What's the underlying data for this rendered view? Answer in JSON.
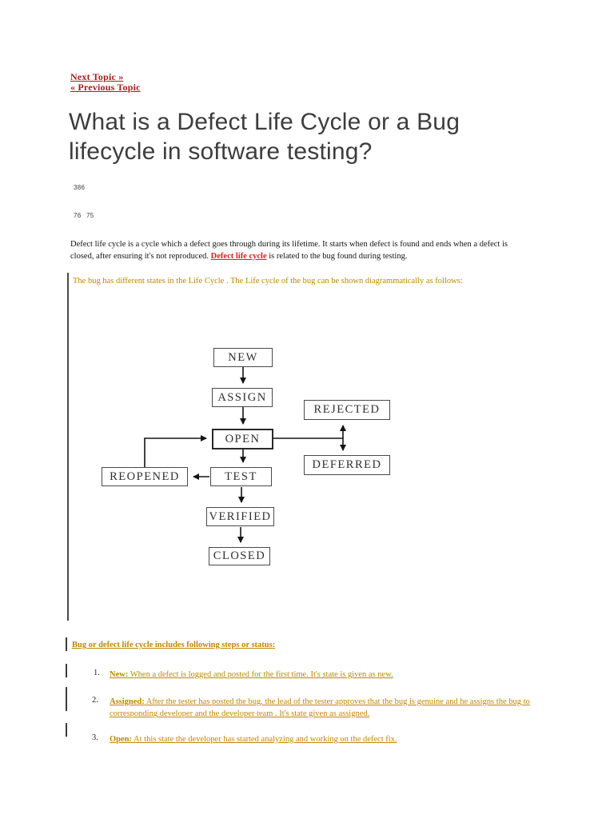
{
  "nav": {
    "next_label": "Next Topic »",
    "prev_label": "« Previous Topic"
  },
  "title": {
    "line1": "What is a Defect Life Cycle or a Bug",
    "line2": "lifecycle in software testing?"
  },
  "stats": {
    "views": "386",
    "upvotes": "76",
    "downvotes": "75"
  },
  "intro": {
    "before": "Defect life cycle is a cycle which a defect goes through during its lifetime. It starts when defect is found and ends when a defect is closed, after ensuring it's not reproduced. ",
    "link": "Defect life cycle",
    "after": " is related to the bug found during testing."
  },
  "diagram_intro": "The bug has different states in the Life Cycle . The Life cycle of the bug can be shown diagrammatically as follows:",
  "flowchart": {
    "new": "NEW",
    "assign": "ASSIGN",
    "open": "OPEN",
    "rejected": "REJECTED",
    "deferred": "DEFERRED",
    "reopened": "REOPENED",
    "test": "TEST",
    "verified": "VERIFIED",
    "closed": "CLOSED"
  },
  "steps": {
    "heading": "Bug or defect life cycle includes following steps or status:",
    "items": [
      {
        "num": "1.",
        "term": "New:",
        "text": "  When a defect is logged and posted for the first time. It's state is given as new."
      },
      {
        "num": "2.",
        "term": "Assigned:",
        "text": "  After the tester has posted the bug, the lead of the tester approves that the bug is genuine and he assigns the bug to corresponding developer and the developer team . It's state given as assigned."
      },
      {
        "num": "3.",
        "term": "Open:",
        "text": "  At this state the developer has started analyzing and working on the defect fix."
      }
    ]
  },
  "colors": {
    "link_red": "#a61c1c",
    "accent_red": "#e11d1d",
    "orange": "#bf8600",
    "heading_gray": "#3d3d3d",
    "text_black": "#141414",
    "line_gray": "#4a4a4a"
  }
}
